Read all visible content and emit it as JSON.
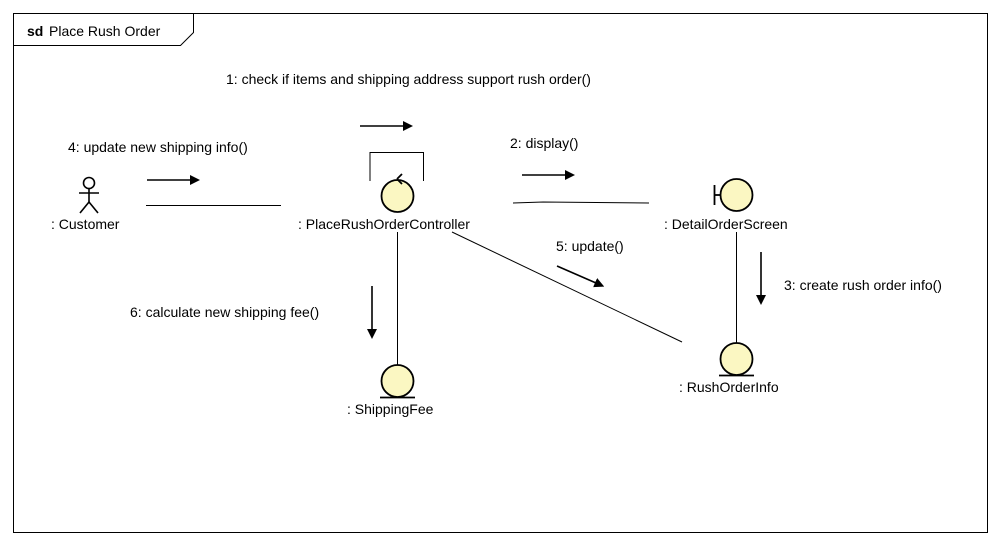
{
  "frame": {
    "keyword": "sd",
    "title": "Place Rush Order"
  },
  "elements": {
    "customer": ": Customer",
    "controller": ": PlaceRushOrderController",
    "detail_screen": ": DetailOrderScreen",
    "shipping_fee": ": ShippingFee",
    "rush_order_info": ": RushOrderInfo"
  },
  "messages": {
    "m1": "1: check if items and shipping address support rush order()",
    "m2": "2: display()",
    "m3": "3: create rush order info()",
    "m4": "4: update new shipping info()",
    "m5": "5: update()",
    "m6": "6: calculate new shipping fee()"
  },
  "colors": {
    "object_fill": "#fbf7c2",
    "line": "#000000",
    "background": "#ffffff"
  }
}
